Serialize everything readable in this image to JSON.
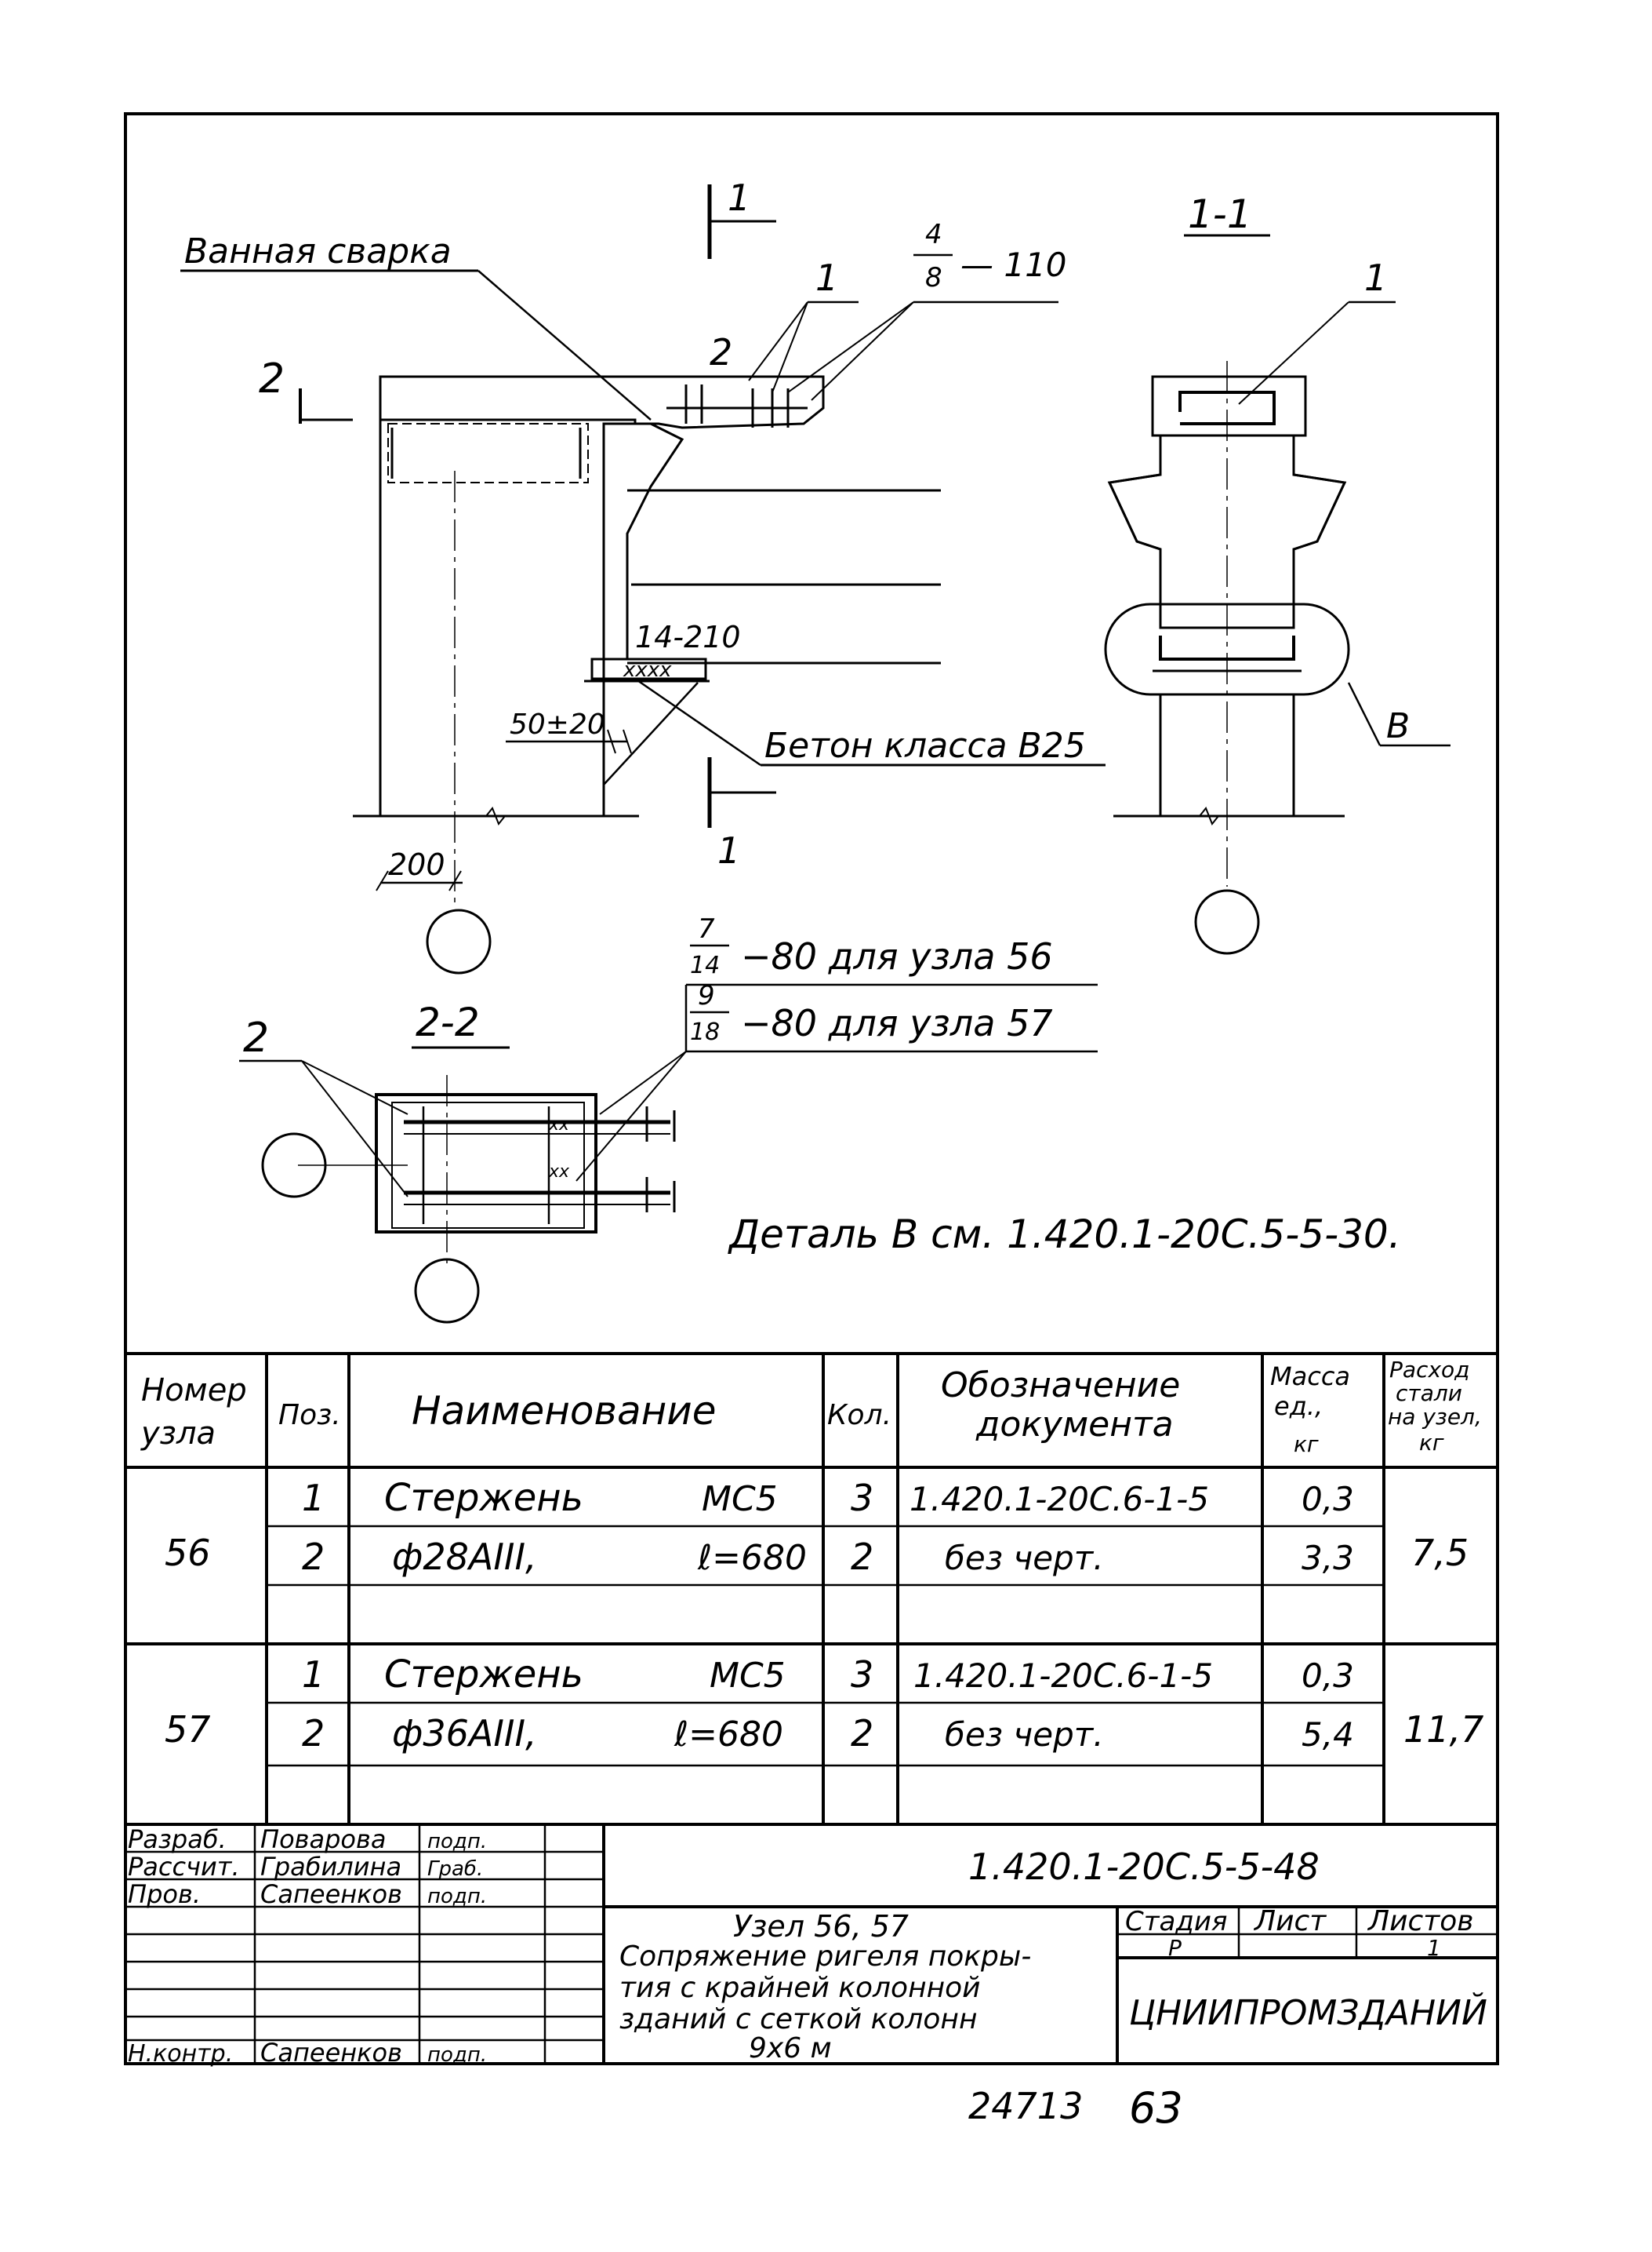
{
  "drawing": {
    "label_welding": "Ванная сварка",
    "label_concrete": "Бетон класса В25",
    "section_mark_1": "1",
    "section_mark_2": "2",
    "section_1_title": "1-1",
    "section_2_title": "2-2",
    "pos_1": "1",
    "pos_2": "2",
    "frac_top_num": "4",
    "frac_top_den": "8",
    "frac_top_suffix": "— 110",
    "weld_plate": "14-210",
    "dim_50": "50±20",
    "dim_200": "200",
    "detail_b_label": "В",
    "frac_56_num": "7",
    "frac_56_den": "14",
    "frac_56_text": "−80 для узла 56",
    "frac_57_num": "9",
    "frac_57_den": "18",
    "frac_57_text": "−80 для узла 57",
    "detail_ref": "Деталь В см. 1.420.1-20С.5-5-30."
  },
  "table": {
    "headers": {
      "node": [
        "Номер",
        "узла"
      ],
      "pos": "Поз.",
      "name": "Наименование",
      "qty": "Кол.",
      "doc": [
        "Обозначение",
        "документа"
      ],
      "mass": [
        "Масса",
        "ед.,",
        "кг"
      ],
      "steel": [
        "Расход",
        "стали",
        "на узел,",
        "кг"
      ]
    },
    "groups": [
      {
        "node": "56",
        "steel": "7,5",
        "rows": [
          {
            "pos": "1",
            "name": "Стержень",
            "name_right": "МС5",
            "qty": "3",
            "doc": "1.420.1-20С.6-1-5",
            "mass": "0,3"
          },
          {
            "pos": "2",
            "name": "ф28АIII,",
            "name_right": "ℓ=680",
            "qty": "2",
            "doc": "без черт.",
            "mass": "3,3"
          }
        ]
      },
      {
        "node": "57",
        "steel": "11,7",
        "rows": [
          {
            "pos": "1",
            "name": "Стержень",
            "name_right": "МС5",
            "qty": "3",
            "doc": "1.420.1-20С.6-1-5",
            "mass": "0,3"
          },
          {
            "pos": "2",
            "name": "ф36АIII,",
            "name_right": "ℓ=680",
            "qty": "2",
            "doc": "без черт.",
            "mass": "5,4"
          }
        ]
      }
    ]
  },
  "title_block": {
    "roles": [
      {
        "role": "Разраб.",
        "name": "Поварова",
        "sign": "подп."
      },
      {
        "role": "Рассчит.",
        "name": "Грабилина",
        "sign": "Граб."
      },
      {
        "role": "Пров.",
        "name": "Сапеенков",
        "sign": "подп."
      },
      {
        "role": "Н.контр.",
        "name": "Сапеенков",
        "sign": "подп."
      }
    ],
    "doc_code": "1.420.1-20С.5-5-48",
    "title_lines": [
      "Узел 56, 57",
      "Сопряжение ригеля покры-",
      "тия с крайней колонной",
      "зданий с сеткой колонн",
      "9х6 м"
    ],
    "stage_label": "Стадия",
    "sheet_label": "Лист",
    "sheets_label": "Листов",
    "stage_value": "Р",
    "sheets_value": "1",
    "org": "ЦНИИПРОМЗДАНИЙ"
  },
  "footer": {
    "inventory": "24713",
    "page": "63"
  }
}
